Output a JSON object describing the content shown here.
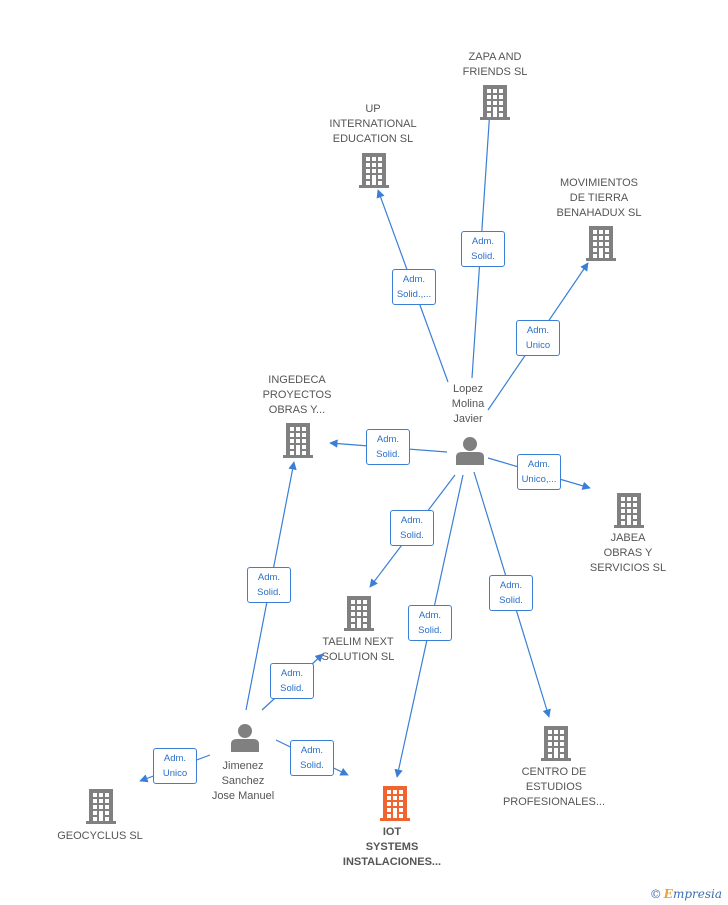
{
  "colors": {
    "edge": "#3a7fd5",
    "building": "#808080",
    "building_highlight": "#f0652f",
    "person": "#808080"
  },
  "nodes": [
    {
      "id": "zapa",
      "type": "company",
      "label": "ZAPA AND\nFRIENDS  SL"
    },
    {
      "id": "up",
      "type": "company",
      "label": "UP\nINTERNATIONAL\nEDUCATION SL"
    },
    {
      "id": "movimientos",
      "type": "company",
      "label": "MOVIMIENTOS\nDE TIERRA\nBENAHADUX SL"
    },
    {
      "id": "ingedeca",
      "type": "company",
      "label": "INGEDECA\nPROYECTOS\nOBRAS Y..."
    },
    {
      "id": "lopez",
      "type": "person",
      "label": "Lopez\nMolina\nJavier"
    },
    {
      "id": "jabea",
      "type": "company",
      "label": "JABEA\nOBRAS Y\nSERVICIOS  SL"
    },
    {
      "id": "taelim",
      "type": "company",
      "label": "TAELIM NEXT\nSOLUTION  SL"
    },
    {
      "id": "centro",
      "type": "company",
      "label": "CENTRO DE\nESTUDIOS\nPROFESIONALES..."
    },
    {
      "id": "jimenez",
      "type": "person",
      "label": "Jimenez\nSanchez\nJose Manuel"
    },
    {
      "id": "geocyclus",
      "type": "company",
      "label": "GEOCYCLUS  SL"
    },
    {
      "id": "iot",
      "type": "company",
      "highlight": true,
      "label": "IOT\nSYSTEMS\nINSTALACIONES..."
    }
  ],
  "edges": [
    {
      "from": "lopez",
      "to": "zapa",
      "label": "Adm.\nSolid."
    },
    {
      "from": "lopez",
      "to": "up",
      "label": "Adm.\nSolid.,..."
    },
    {
      "from": "lopez",
      "to": "movimientos",
      "label": "Adm.\nUnico"
    },
    {
      "from": "lopez",
      "to": "ingedeca",
      "label": "Adm.\nSolid."
    },
    {
      "from": "lopez",
      "to": "jabea",
      "label": "Adm.\nUnico,..."
    },
    {
      "from": "lopez",
      "to": "taelim",
      "label": "Adm.\nSolid."
    },
    {
      "from": "lopez",
      "to": "iot",
      "label": "Adm.\nSolid."
    },
    {
      "from": "lopez",
      "to": "centro",
      "label": "Adm.\nSolid."
    },
    {
      "from": "jimenez",
      "to": "ingedeca",
      "label": "Adm.\nSolid."
    },
    {
      "from": "jimenez",
      "to": "taelim",
      "label": "Adm.\nSolid."
    },
    {
      "from": "jimenez",
      "to": "geocyclus",
      "label": "Adm.\nUnico"
    },
    {
      "from": "jimenez",
      "to": "iot",
      "label": "Adm.\nSolid."
    }
  ],
  "footer": {
    "copyright": "©",
    "brand_first": "E",
    "brand_rest": "mpresia"
  }
}
